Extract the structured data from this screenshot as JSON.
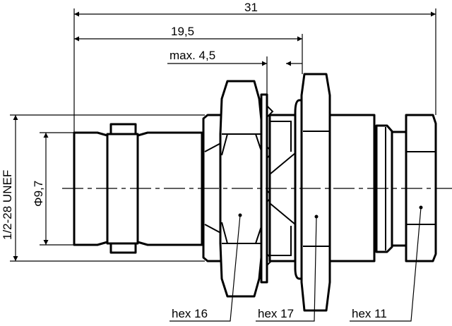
{
  "drawing": {
    "dimensions": {
      "overall_length": "31",
      "to_panel": "19,5",
      "panel_thickness": "max. 4,5",
      "thread": "1/2-28 UNEF",
      "diameter": "Φ9,7"
    },
    "callouts": [
      {
        "label": "hex 16"
      },
      {
        "label": "hex 17"
      },
      {
        "label": "hex 11"
      }
    ]
  }
}
